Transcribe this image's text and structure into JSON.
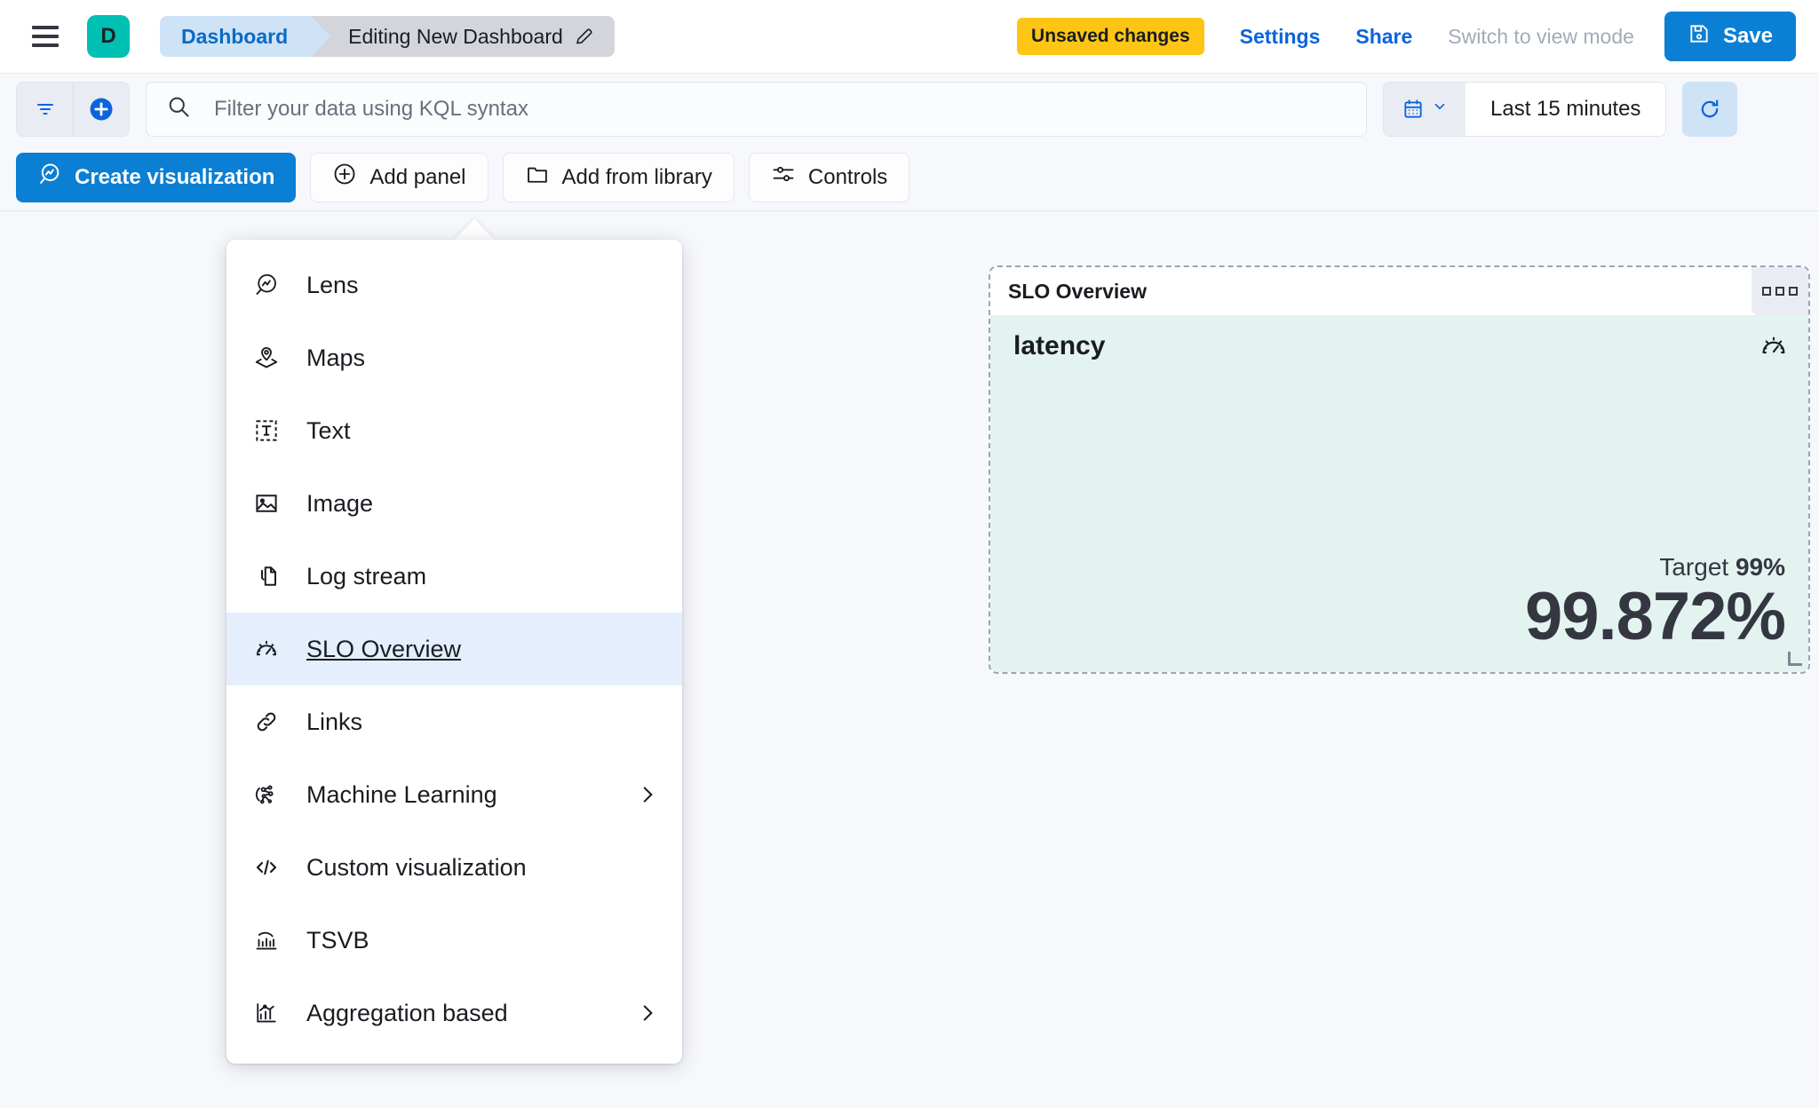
{
  "header": {
    "menu_icon": "hamburger-menu-icon",
    "space_initial": "D",
    "breadcrumb_root": "Dashboard",
    "breadcrumb_current": "Editing New Dashboard",
    "edit_icon": "pencil-icon",
    "unsaved_badge": "Unsaved changes",
    "settings_label": "Settings",
    "share_label": "Share",
    "view_mode_label": "Switch to view mode",
    "save_label": "Save",
    "save_icon": "save-disk-icon",
    "accent_blue": "#0b7fd4",
    "warning_yellow": "#fec514",
    "space_teal": "#00bfb3"
  },
  "querybar": {
    "filter_icon": "filter-icon",
    "add_filter_icon": "add-circle-icon",
    "search_icon": "search-icon",
    "search_value": "",
    "search_placeholder": "Filter your data using KQL syntax",
    "calendar_icon": "calendar-icon",
    "chevron_icon": "chevron-down-icon",
    "time_range": "Last 15 minutes",
    "refresh_icon": "refresh-icon"
  },
  "toolbar": {
    "create_visualization": "Create visualization",
    "create_visualization_icon": "lens-icon",
    "add_panel": "Add panel",
    "add_panel_icon": "plus-circle-icon",
    "add_from_library": "Add from library",
    "add_from_library_icon": "folder-icon",
    "controls": "Controls",
    "controls_icon": "sliders-icon"
  },
  "add_panel_menu": {
    "open": true,
    "selected_index": 5,
    "items": [
      {
        "label": "Lens",
        "icon": "lens-icon",
        "submenu": false
      },
      {
        "label": "Maps",
        "icon": "map-marker-icon",
        "submenu": false
      },
      {
        "label": "Text",
        "icon": "text-box-icon",
        "submenu": false
      },
      {
        "label": "Image",
        "icon": "image-icon",
        "submenu": false
      },
      {
        "label": "Log stream",
        "icon": "log-stream-icon",
        "submenu": false
      },
      {
        "label": "SLO Overview",
        "icon": "gauge-icon",
        "submenu": false
      },
      {
        "label": "Links",
        "icon": "link-icon",
        "submenu": false
      },
      {
        "label": "Machine Learning",
        "icon": "ml-nodes-icon",
        "submenu": true
      },
      {
        "label": "Custom visualization",
        "icon": "code-icon",
        "submenu": false
      },
      {
        "label": "TSVB",
        "icon": "tsvb-icon",
        "submenu": false
      },
      {
        "label": "Aggregation based",
        "icon": "agg-chart-icon",
        "submenu": true
      }
    ]
  },
  "slo_panel": {
    "title": "SLO Overview",
    "context_menu_icon": "panel-context-menu-icon",
    "gauge_icon": "gauge-icon",
    "slo_name": "latency",
    "target_label": "Target",
    "target_value": "99%",
    "sli_value": "99.872%",
    "background_color": "#e3f3f0",
    "resize_handle_icon": "resize-corner-icon"
  }
}
